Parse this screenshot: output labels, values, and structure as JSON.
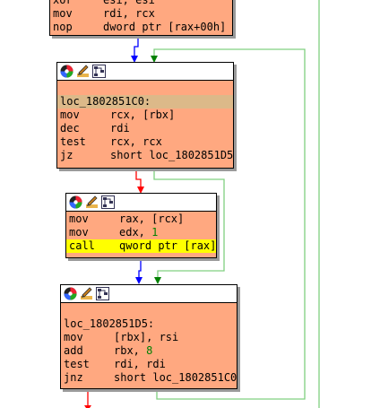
{
  "blocks": [
    {
      "id": "block-prev",
      "rows": [
        {
          "mn": "xor",
          "op": "esi, esi"
        },
        {
          "mn": "mov",
          "op": "rdi, rcx"
        },
        {
          "mn": "nop",
          "op": "dword ptr [rax+00h]"
        }
      ]
    },
    {
      "id": "block-loop",
      "label": "loc_1802851C0:",
      "rows": [
        {
          "mn": "mov",
          "op": "rcx, [rbx]"
        },
        {
          "mn": "dec",
          "op": "rdi"
        },
        {
          "mn": "test",
          "op": "rcx, rcx"
        },
        {
          "mn": "jz",
          "op": "short loc_1802851D5"
        }
      ]
    },
    {
      "id": "block-call",
      "rows": [
        {
          "mn": "mov",
          "op": "rax, [rcx]"
        },
        {
          "mn": "mov",
          "op": "edx, ",
          "num": "1"
        },
        {
          "mn": "call",
          "op": "qword ptr [rax]",
          "highlight": true
        }
      ]
    },
    {
      "id": "block-next",
      "label": "loc_1802851D5:",
      "rows": [
        {
          "mn": "mov",
          "op": "[rbx], rsi"
        },
        {
          "mn": "add",
          "op": "rbx, ",
          "num": "8"
        },
        {
          "mn": "test",
          "op": "rdi, rdi"
        },
        {
          "mn": "jnz",
          "op": "short loc_1802851C0"
        }
      ]
    }
  ],
  "header_icons": [
    "color-palette-icon",
    "rename-pencil-icon",
    "graph-overview-icon"
  ],
  "colors": {
    "block_fill": "#ffa880",
    "label_row": "#dcb989",
    "highlight": "#ffff00",
    "edge_unconditional": "#0000ff",
    "edge_false": "#ff0000",
    "edge_true": "#008000",
    "edge_back": "#80d080",
    "immediate": "#008000"
  }
}
